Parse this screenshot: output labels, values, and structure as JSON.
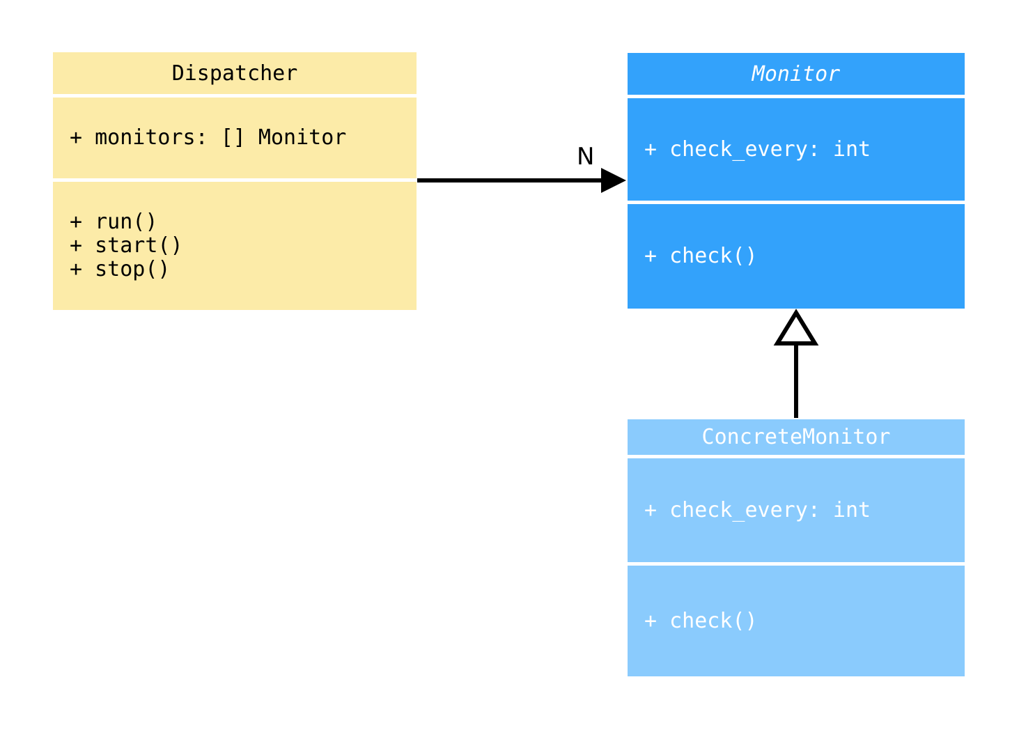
{
  "diagram": {
    "kind": "uml-class-diagram",
    "background_color": "#ffffff",
    "classes": [
      {
        "id": "dispatcher",
        "name": "Dispatcher",
        "abstract": false,
        "fill_color": "#fceba8",
        "text_color": "#000000",
        "attributes": [
          "+ monitors: [] Monitor"
        ],
        "operations": [
          "+ run()",
          "+ start()",
          "+ stop()"
        ]
      },
      {
        "id": "monitor",
        "name": "Monitor",
        "abstract": true,
        "fill_color": "#33a2fb",
        "text_color": "#ffffff",
        "attributes": [
          "+ check_every: int"
        ],
        "operations": [
          "+ check()"
        ]
      },
      {
        "id": "concrete_monitor",
        "name": "ConcreteMonitor",
        "abstract": false,
        "fill_color": "#8acbfd",
        "text_color": "#ffffff",
        "attributes": [
          "+ check_every: int"
        ],
        "operations": [
          "+ check()"
        ]
      }
    ],
    "relationships": [
      {
        "id": "dispatcher-to-monitor",
        "type": "association",
        "from": "Dispatcher",
        "to": "Monitor",
        "multiplicity_label": "N",
        "arrowhead": "filled-triangle",
        "line_color": "#000000"
      },
      {
        "id": "concrete-monitor-to-monitor",
        "type": "generalization",
        "from": "ConcreteMonitor",
        "to": "Monitor",
        "multiplicity_label": "",
        "arrowhead": "hollow-triangle",
        "line_color": "#000000"
      }
    ]
  },
  "dispatcher": {
    "title": "Dispatcher",
    "attr_0": "+ monitors: [] Monitor",
    "op_0": "+ run()",
    "op_1": "+ start()",
    "op_2": "+ stop()"
  },
  "monitor": {
    "title": "Monitor",
    "attr_0": "+ check_every: int",
    "op_0": "+ check()"
  },
  "concrete_monitor": {
    "title": "ConcreteMonitor",
    "attr_0": "+ check_every: int",
    "op_0": "+ check()"
  },
  "association": {
    "multiplicity": "N"
  }
}
